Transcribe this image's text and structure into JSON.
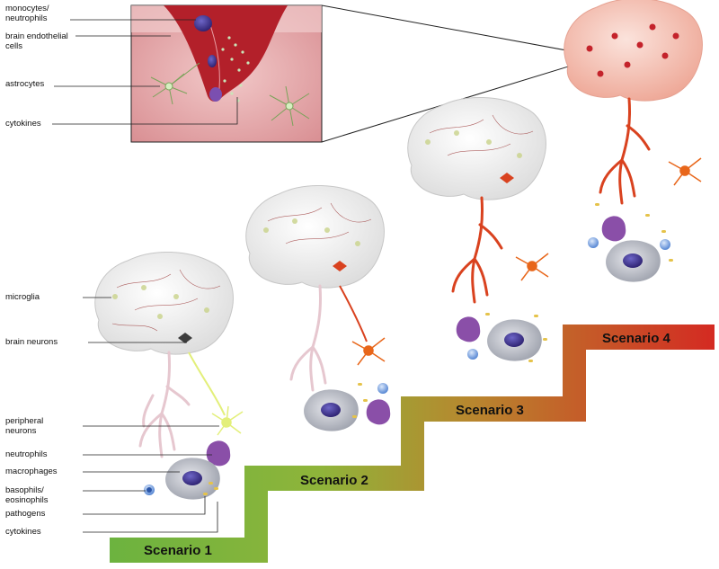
{
  "labels": {
    "monocytes": "monocytes/\nneutrophils",
    "endothelial": "brain endothelial\ncells",
    "astrocytes": "astrocytes",
    "cytokines_top": "cytokines",
    "microglia": "microglia",
    "brain_neurons": "brain neurons",
    "peripheral": "peripheral\nneurons",
    "neutrophils": "neutrophils",
    "macrophages": "macrophages",
    "basophils": "basophils/\neosinophils",
    "pathogens": "pathogens",
    "cytokines_bottom": "cytokines"
  },
  "scenarios": [
    "Scenario 1",
    "Scenario 2",
    "Scenario 3",
    "Scenario 4"
  ],
  "colors": {
    "step_start": "#6cb33f",
    "step_mid": "#b8862e",
    "step_end": "#d42a22",
    "inset_bg": "#e8b4b4",
    "vessel": "#b3202a",
    "nerve_1": "#e6c7cf",
    "nerve_late": "#d9421f",
    "peripheral_neuron_1": "#e3ef7a",
    "neuron_late": "#e8661a",
    "macrophage": "#b9bcc4",
    "nucleus": "#3c2f86",
    "neutrophil": "#8a4fa8",
    "basophil": "#3b6fc0",
    "pathogen": "#e5c34a"
  }
}
